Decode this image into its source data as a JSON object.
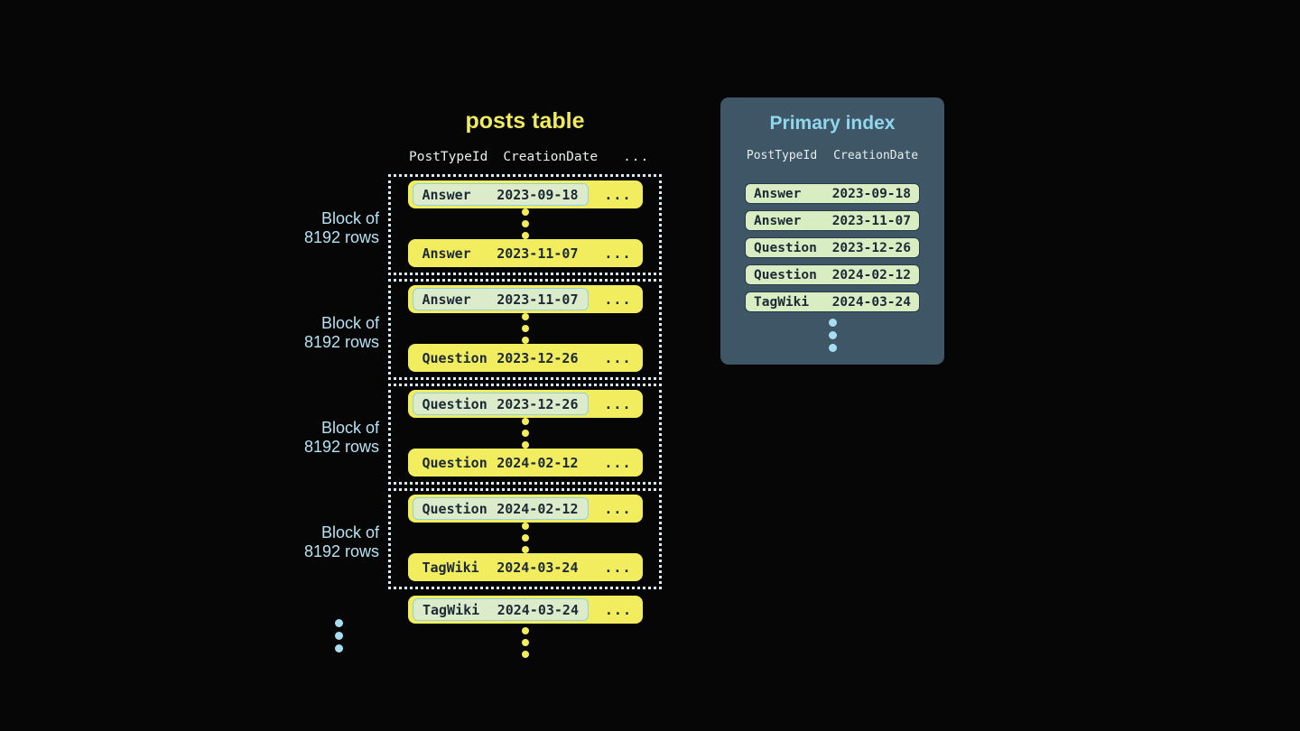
{
  "posts_table": {
    "title": "posts table",
    "columns": {
      "col1": "PostTypeId",
      "col2": "CreationDate",
      "col3": "..."
    },
    "row_ellipsis": "...",
    "blocks": [
      {
        "label_line1": "Block of",
        "label_line2": "8192 rows",
        "first_row": {
          "post_type": "Answer",
          "creation_date": "2023-09-18"
        },
        "last_row": {
          "post_type": "Answer",
          "creation_date": "2023-11-07"
        }
      },
      {
        "label_line1": "Block of",
        "label_line2": "8192 rows",
        "first_row": {
          "post_type": "Answer",
          "creation_date": "2023-11-07"
        },
        "last_row": {
          "post_type": "Question",
          "creation_date": "2023-12-26"
        }
      },
      {
        "label_line1": "Block of",
        "label_line2": "8192 rows",
        "first_row": {
          "post_type": "Question",
          "creation_date": "2023-12-26"
        },
        "last_row": {
          "post_type": "Question",
          "creation_date": "2024-02-12"
        }
      },
      {
        "label_line1": "Block of",
        "label_line2": "8192 rows",
        "first_row": {
          "post_type": "Question",
          "creation_date": "2024-02-12"
        },
        "last_row": {
          "post_type": "TagWiki",
          "creation_date": "2024-03-24"
        }
      }
    ],
    "overflow_row": {
      "post_type": "TagWiki",
      "creation_date": "2024-03-24"
    }
  },
  "primary_index": {
    "title": "Primary index",
    "columns": {
      "col1": "PostTypeId",
      "col2": "CreationDate"
    },
    "rows": [
      {
        "post_type": "Answer",
        "creation_date": "2023-09-18"
      },
      {
        "post_type": "Answer",
        "creation_date": "2023-11-07"
      },
      {
        "post_type": "Question",
        "creation_date": "2023-12-26"
      },
      {
        "post_type": "Question",
        "creation_date": "2024-02-12"
      },
      {
        "post_type": "TagWiki",
        "creation_date": "2024-03-24"
      }
    ]
  },
  "colors": {
    "background": "#060607",
    "row_yellow": "#f2ec5f",
    "title_yellow": "#f0ea5c",
    "highlight_green": "#dcecca",
    "highlight_border_blue": "#8fd2e2",
    "index_row_green": "#d9edc3",
    "index_row_border": "#283a46",
    "panel_slate": "#3e5666",
    "accent_light_blue": "#a8ddf1",
    "panel_title_blue": "#90d7ee",
    "dark_text": "#1c2a36",
    "header_text": "#e9eded",
    "dotted_border": "#d6ebf4"
  }
}
